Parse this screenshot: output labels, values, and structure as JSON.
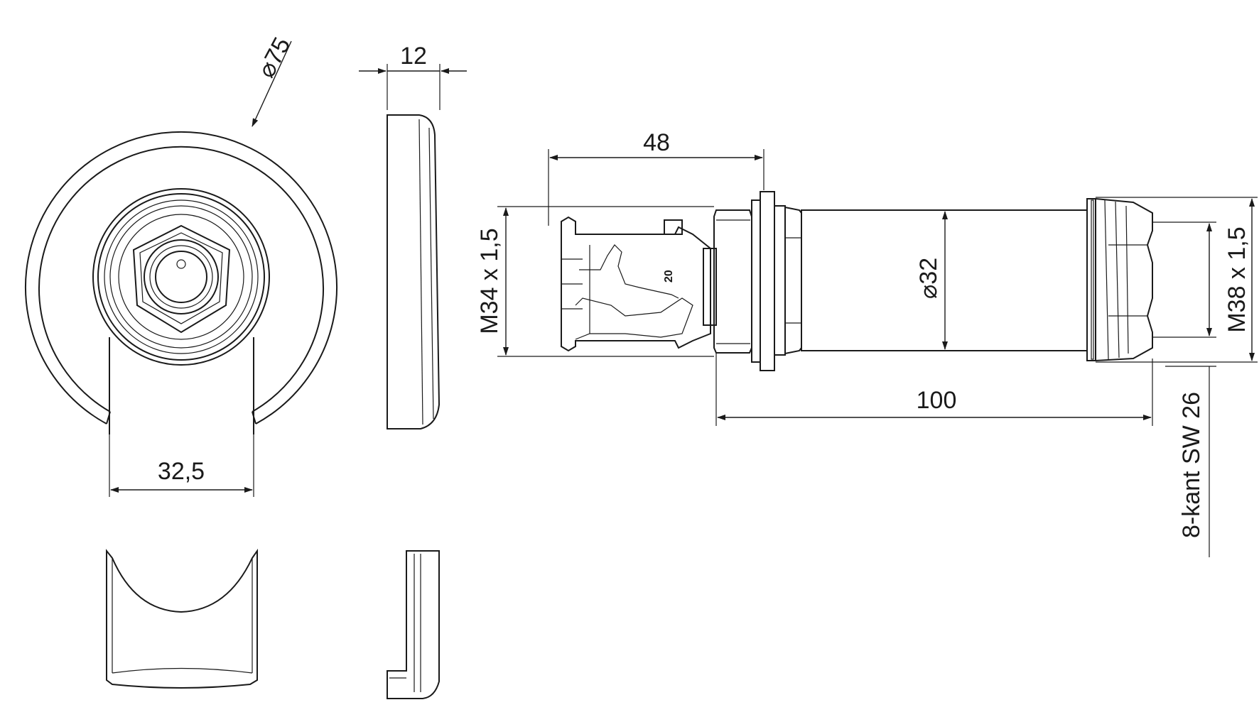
{
  "dimensions": {
    "dia_75": "75",
    "thickness_12": "12",
    "length_48": "48",
    "thread_m34": "M34 x 1,5",
    "dia_32": "32",
    "thread_m38": "M38 x 1,5",
    "length_100": "100",
    "width_32_5": "32,5",
    "octagon_sw": "8-kant SW 26"
  },
  "part_mark": "20",
  "diameter_symbol": "⌀"
}
